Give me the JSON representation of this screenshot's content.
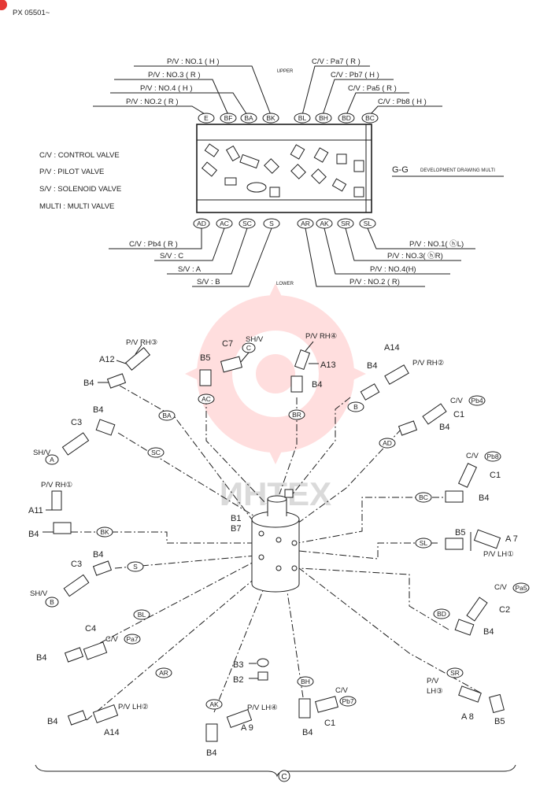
{
  "header": {
    "model": "PX 05501~"
  },
  "development": {
    "upper_label": "UPPER",
    "lower_label": "LOWER",
    "title": "G-G",
    "subtitle": "DEVELOPMENT DRAWING MULTI",
    "top_callouts": [
      "P/V : NO.1 ( H )",
      "P/V : NO.3 ( R )",
      "P/V : NO.4 ( H )",
      "P/V : NO.2 ( R )",
      "C/V : Pa7 ( R )",
      "C/V : Pb7 ( H )",
      "C/V : Pa5 ( R )",
      "C/V : Pb8 ( H )"
    ],
    "bottom_callouts": [
      "C/V :  Pb4  (  R )",
      "S/V : C",
      "S/V : A",
      "S/V : B",
      "P/V : NO.1( ⓗL)",
      "P/V : NO.3( ⓗR)",
      "P/V : NO.4(H)",
      "P/V : NO.2 ( R)"
    ],
    "top_ports": [
      "E",
      "BF",
      "BA",
      "BK",
      "BL",
      "BH",
      "BD",
      "BC"
    ],
    "bottom_ports": [
      "AD",
      "AC",
      "SC",
      "S",
      "AR",
      "AK",
      "SR",
      "SL"
    ]
  },
  "legend": [
    {
      "abbr": "C/V",
      "meaning": "CONTROL VALVE"
    },
    {
      "abbr": "P/V",
      "meaning": "PILOT  VALVE"
    },
    {
      "abbr": "S/V",
      "meaning": "SOLENOID VALVE"
    },
    {
      "abbr": "MULTI",
      "meaning": "MULTI VALVE"
    }
  ],
  "watermark": "ИНТЕХ",
  "multi_valve": {
    "labels": [
      "B1",
      "B7"
    ]
  },
  "hose_tags": [
    "BA",
    "SC",
    "BK",
    "S",
    "BL",
    "AR",
    "AK",
    "BH",
    "SR",
    "BD",
    "SL",
    "BC",
    "AD",
    "B",
    "BR",
    "AC"
  ],
  "parts": {
    "pvrh3": "P/V RH③",
    "a12": "A12",
    "b4": "B4",
    "b5": "B5",
    "c7": "C7",
    "shv": "SH/V",
    "c": "C",
    "pvrh4": "P/V RH④",
    "a13": "A13",
    "a14": "A14",
    "pvrh2": "P/V RH②",
    "cv": "C/V",
    "pb4": "Pb4",
    "c1": "C1",
    "c3": "C3",
    "a": "A",
    "pvrh1": "P/V RH①",
    "a11": "A11",
    "pb8": "Pb8",
    "a7": "A 7",
    "pvlh1": "P/V LH①",
    "b": "B",
    "pa5": "Pa5",
    "c2": "C2",
    "c4": "C4",
    "pa7": "Pa7",
    "b3": "B3",
    "b2": "B2",
    "pv": "P/V",
    "lh3": "LH③",
    "a8": "A 8",
    "pvlh2": "P/V LH②",
    "pvlh4": "P/V LH④",
    "a9": "A 9",
    "pb7": "Pb7"
  },
  "section_mark": "C"
}
